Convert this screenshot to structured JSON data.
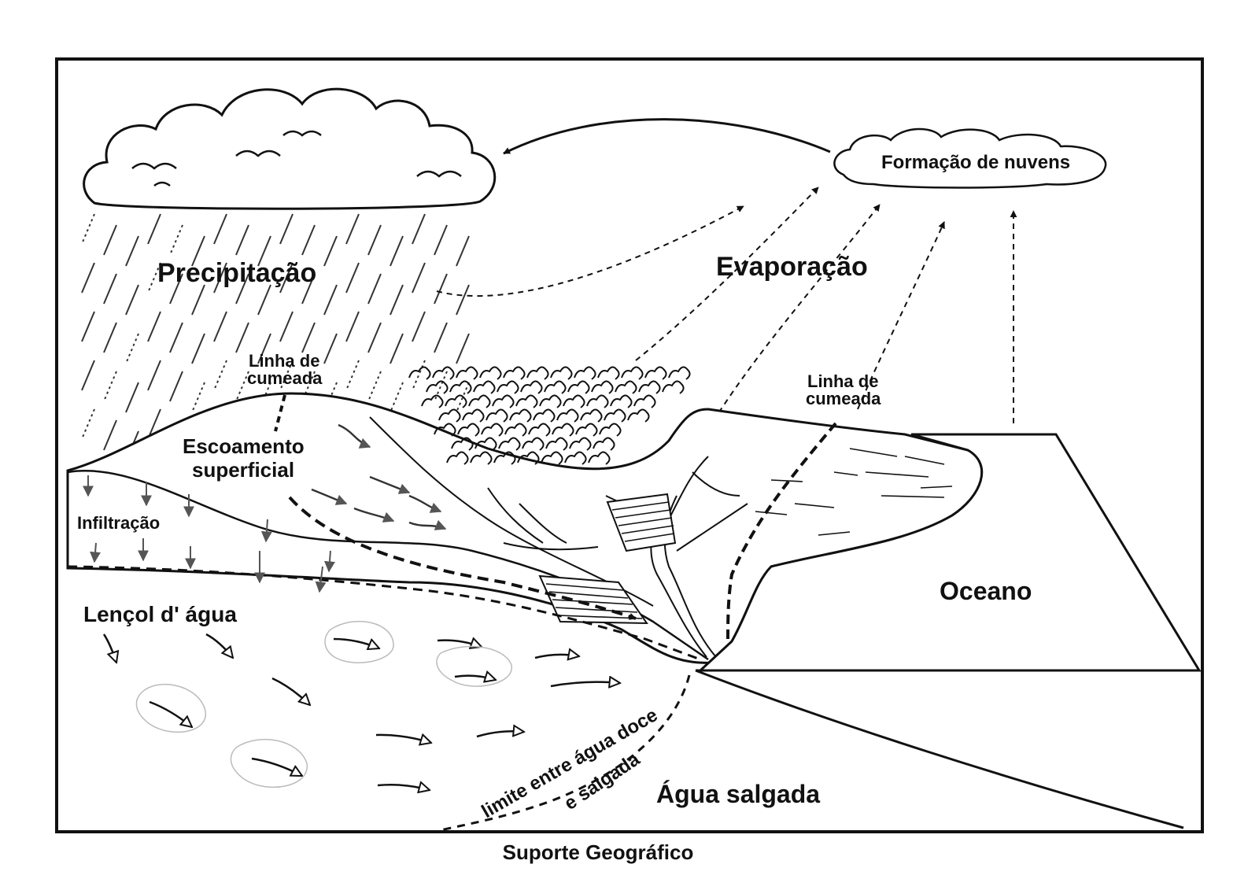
{
  "labels": {
    "precipitation": "Precipitação",
    "evaporation": "Evaporação",
    "cloud_formation": "Formação de nuvens",
    "ridge_line_left": [
      "Linha de",
      "cumeada"
    ],
    "ridge_line_right": [
      "Linha de",
      "cumeada"
    ],
    "runoff": [
      "Escoamento",
      "superficial"
    ],
    "infiltration": "Infiltração",
    "water_table": "Lençol d' água",
    "ocean": "Oceano",
    "salt_water": "Água salgada",
    "boundary": [
      "limite entre água doce",
      "e salgada"
    ]
  },
  "caption": "Suporte Geográfico"
}
